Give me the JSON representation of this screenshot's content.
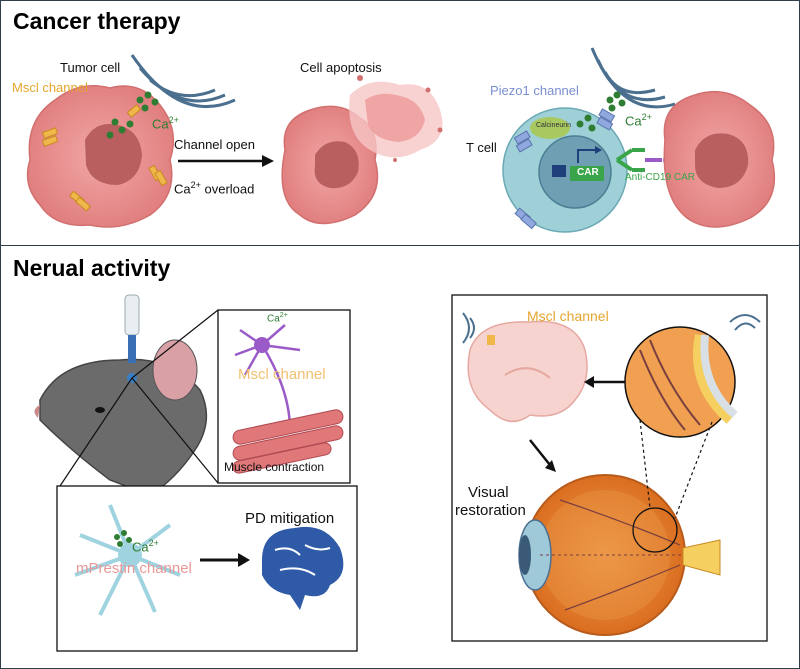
{
  "panels": {
    "cancer": {
      "title": "Cancer therapy",
      "tumor_cell": "Tumor cell",
      "mscl_channel": "Mscl channel",
      "ca": "Ca",
      "ca_sup": "2+",
      "channel_open": "Channel open",
      "ca_overload": "Ca",
      "overload": " overload",
      "cell_apoptosis": "Cell apoptosis",
      "piezo1_channel": "Piezo1 channel",
      "t_cell": "T cell",
      "calcineurin": "Calcineurin",
      "car": "CAR",
      "anti_cd19": "Anti-CD19 CAR"
    },
    "neural": {
      "title": "Nerual activity",
      "ca": "Ca",
      "ca_sup": "2+",
      "mscl_channel_neuron": "Mscl channel",
      "muscle_contraction": "Muscle contraction",
      "mprestin_channel": "mPrestin channel",
      "pd_mitigation": "PD mitigation",
      "mscl_channel_brain": "Mscl channel",
      "visual": "Visual",
      "restoration": "restoration"
    }
  },
  "colors": {
    "tumor": "#e88a8a",
    "tumor_nucleus": "#b85c5c",
    "channel_orange": "#f0b84a",
    "calcium_green": "#2e7d32",
    "tcell": "#8fc6cf",
    "piezo": "#8fa8dd",
    "eye": "#e07b1c",
    "brain_blue": "#2e5aa8",
    "neuron_purple": "#9a5bc8",
    "mprestin_blue": "#9fd3e0",
    "border": "#2f3e4a"
  }
}
